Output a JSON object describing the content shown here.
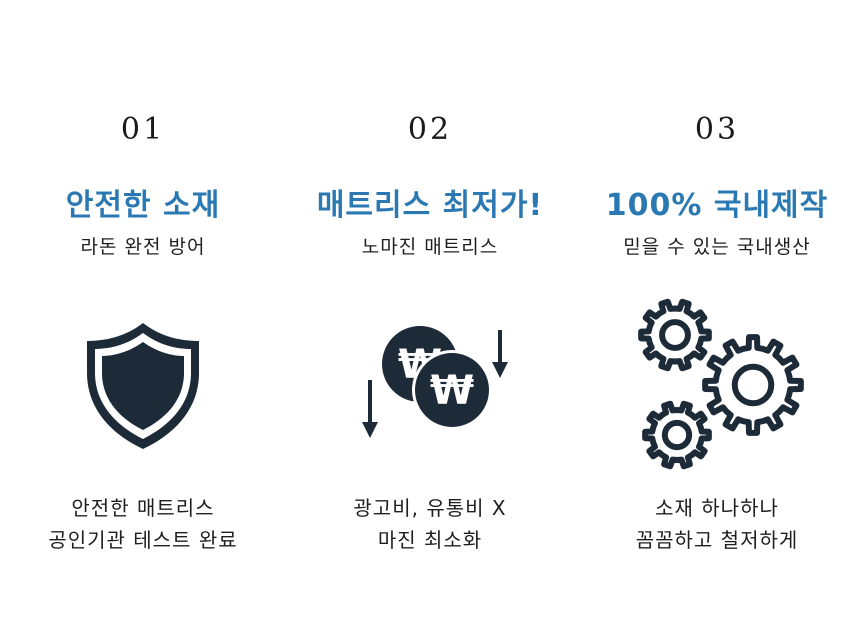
{
  "features": [
    {
      "number": "01",
      "title": "안전한 소재",
      "subtitle": "라돈 완전 방어",
      "icon": "shield-icon",
      "desc_line1": "안전한 매트리스",
      "desc_line2": "공인기관 테스트 완료"
    },
    {
      "number": "02",
      "title": "매트리스 최저가!",
      "subtitle": "노마진 매트리스",
      "icon": "won-coins-icon",
      "coin_symbol": "₩",
      "desc_line1": "광고비, 유통비 X",
      "desc_line2": "마진 최소화"
    },
    {
      "number": "03",
      "title": "100% 국내제작",
      "subtitle": "믿을 수 있는 국내생산",
      "icon": "gears-icon",
      "desc_line1": "소재 하나하나",
      "desc_line2": "꼼꼼하고 철저하게"
    }
  ],
  "colors": {
    "accent": "#2b79b3",
    "icon_dark": "#1d2b38",
    "text": "#1f1f1f"
  }
}
